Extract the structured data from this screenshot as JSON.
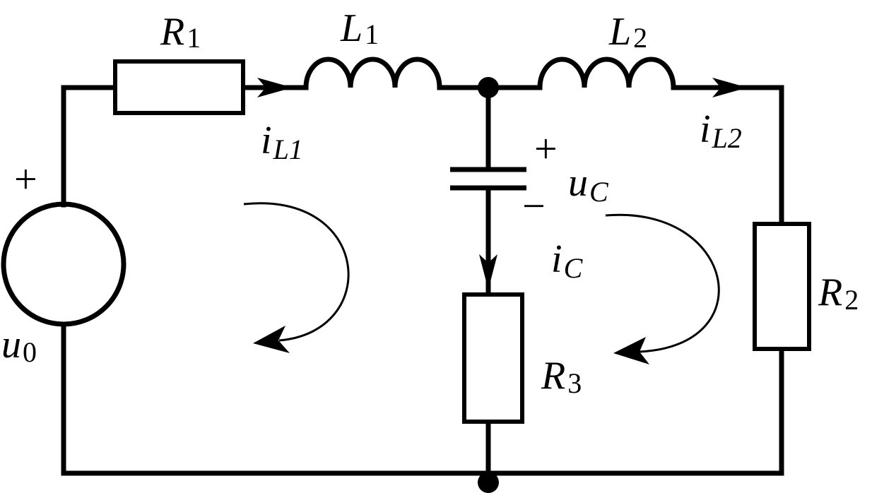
{
  "diagram": {
    "components": {
      "r1": {
        "symbol": "R",
        "index": "1"
      },
      "r2": {
        "symbol": "R",
        "index": "2"
      },
      "r3": {
        "symbol": "R",
        "index": "3"
      },
      "l1": {
        "symbol": "L",
        "index": "1"
      },
      "l2": {
        "symbol": "L",
        "index": "2"
      },
      "source": {
        "symbol": "u",
        "index": "0",
        "plus": "+"
      }
    },
    "currents": {
      "il1": {
        "symbol": "i",
        "index": "L1"
      },
      "il2": {
        "symbol": "i",
        "index": "L2"
      },
      "ic": {
        "symbol": "i",
        "index": "C"
      }
    },
    "capacitor_voltage": {
      "symbol": "u",
      "index": "C",
      "plus": "+",
      "minus": "−"
    }
  }
}
